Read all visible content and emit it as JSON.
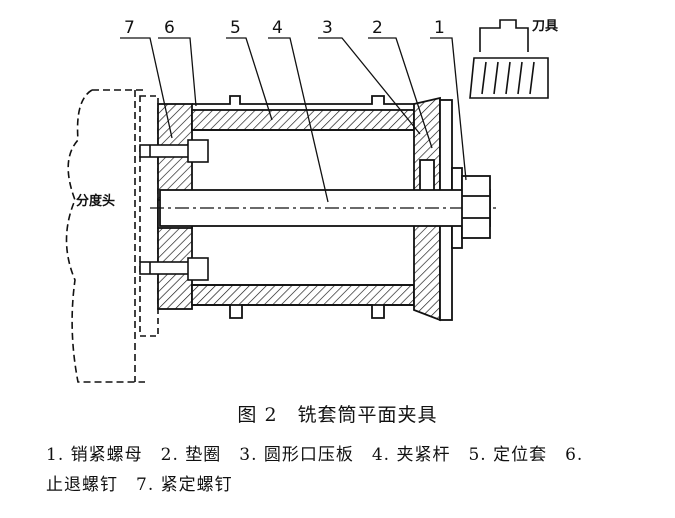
{
  "figure": {
    "caption": "图 2　铣套筒平面夹具",
    "legend_line1": "1. 销紧螺母　2. 垫圈　3. 圆形口压板　4. 夹紧杆　5. 定位套　6.",
    "legend_line2": "止退螺钉　7. 紧定螺钉"
  },
  "labels": {
    "part_numbers": [
      "7",
      "6",
      "5",
      "4",
      "3",
      "2",
      "1"
    ],
    "cutter": "刀具",
    "indexing_head": "分度头"
  }
}
